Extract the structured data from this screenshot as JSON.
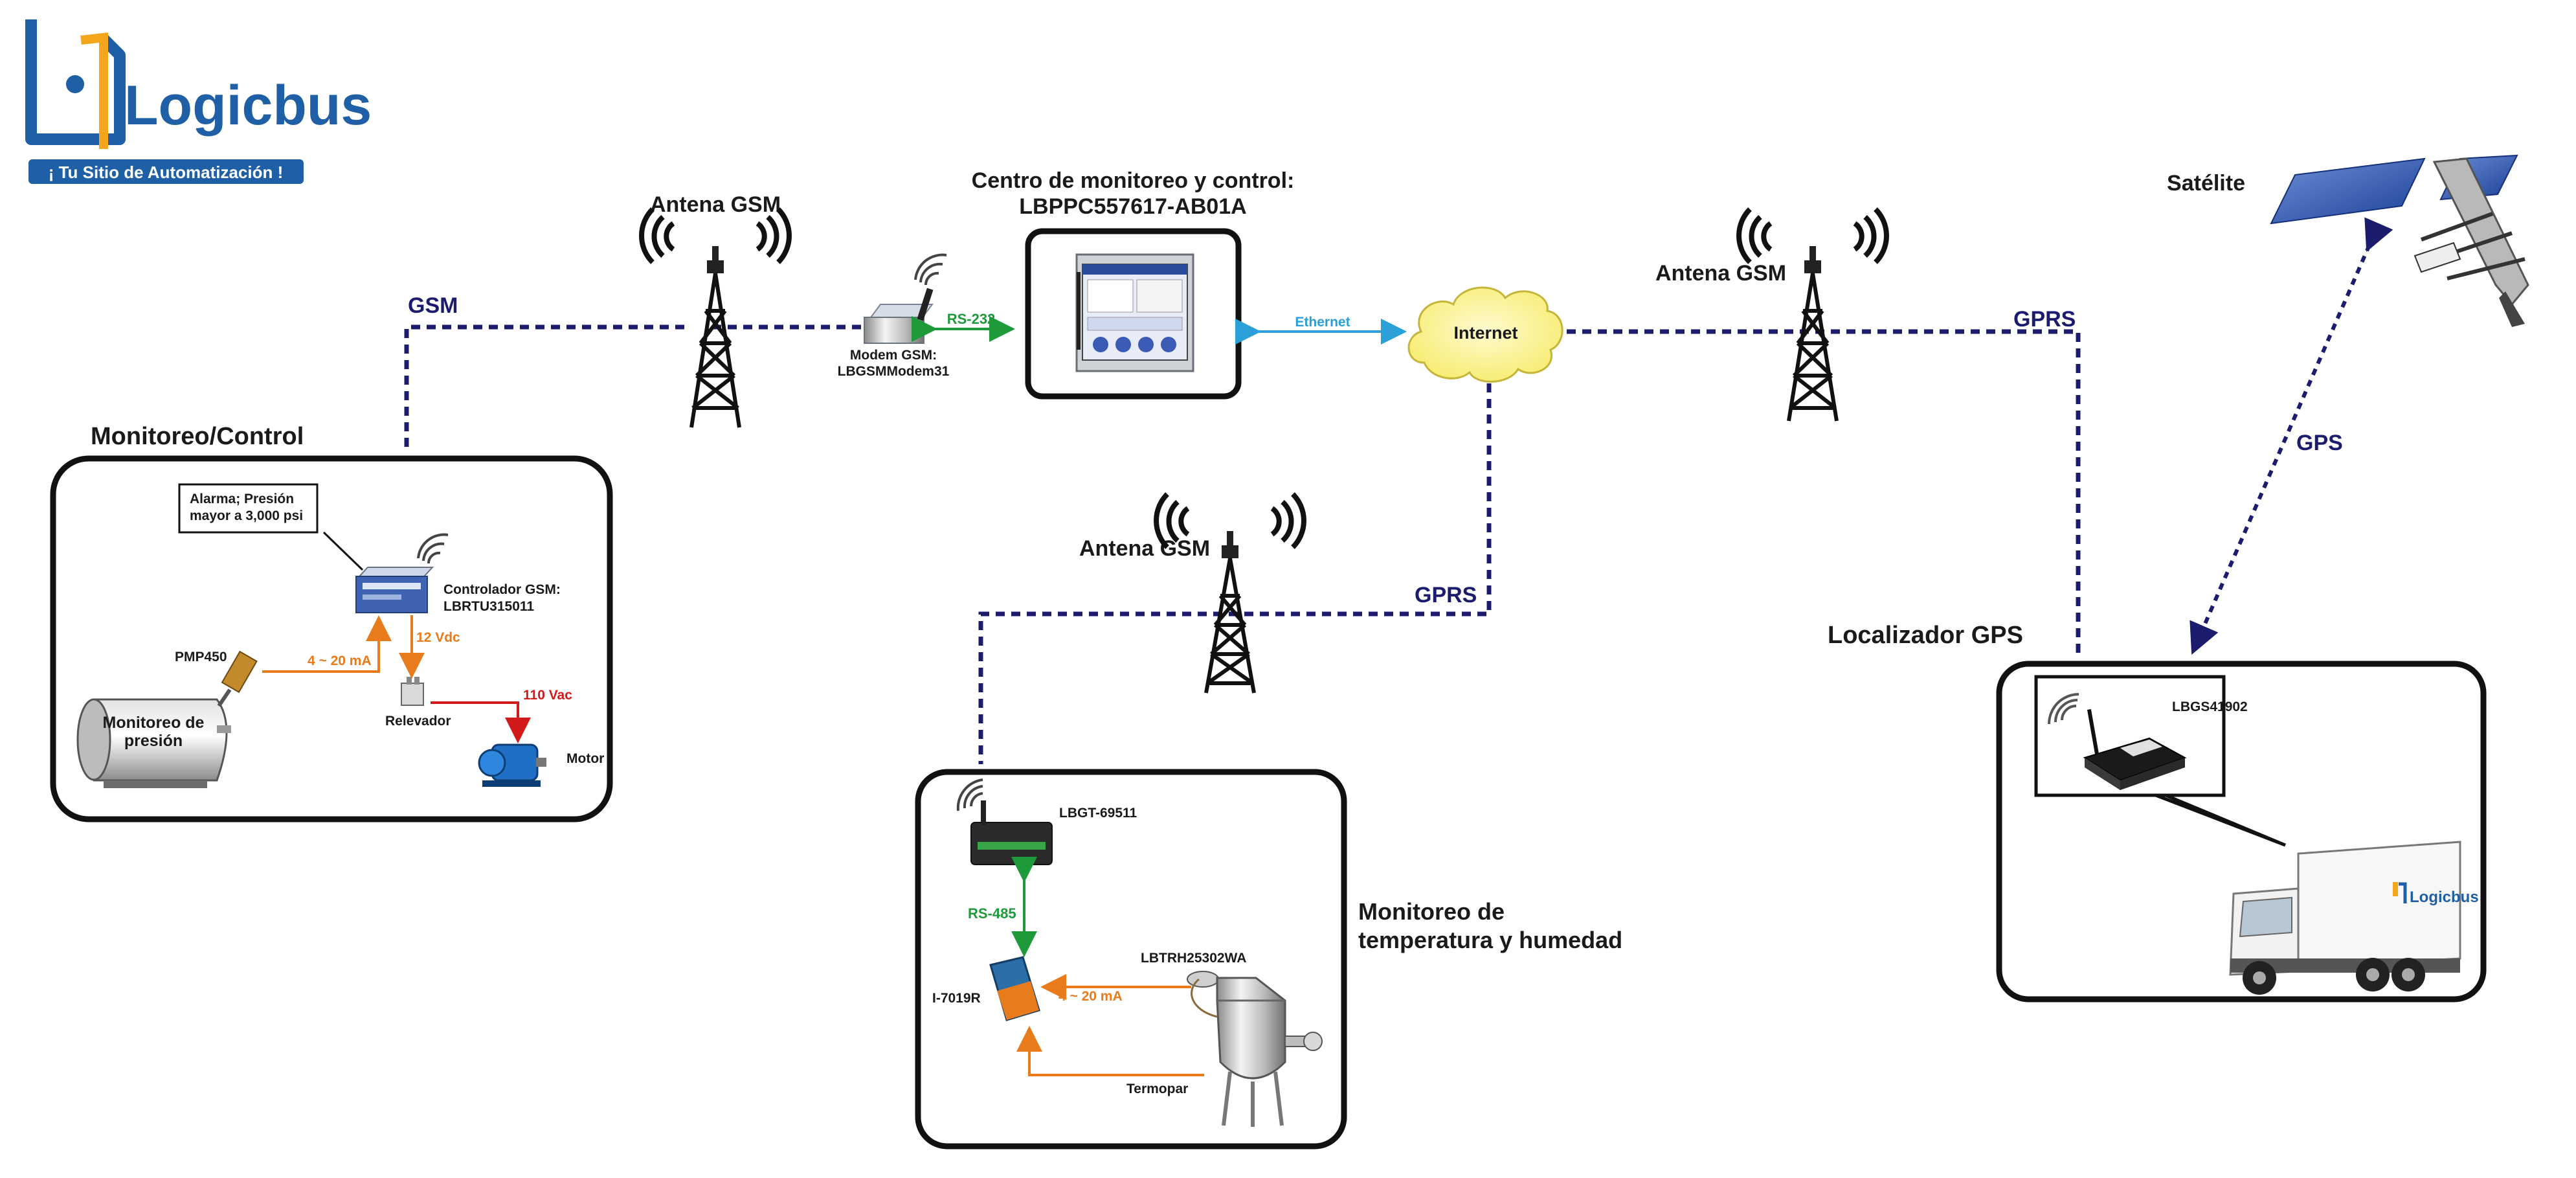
{
  "brand": {
    "name": "Logicbus",
    "tagline": "¡ Tu Sitio de Automatización !",
    "colors": {
      "blue": "#1f5fa6",
      "orange": "#f3a61c",
      "navy": "#1c1c6e"
    }
  },
  "sections": {
    "monitoreo_control": "Monitoreo/Control",
    "temperatura": [
      "Monitoreo de",
      "temperatura y humedad"
    ],
    "localizador": "Localizador GPS",
    "centro": [
      "Centro de monitoreo y control:",
      "LBPPC557617-AB01A"
    ]
  },
  "antennas": {
    "left": "Antena GSM",
    "middle": "Antena GSM",
    "right": "Antena GSM"
  },
  "links": {
    "gsm": "GSM",
    "gprs_middle": "GPRS",
    "gprs_right": "GPRS",
    "gps": "GPS",
    "rs232": "RS-232",
    "ethernet": "Ethernet",
    "rs485": "RS-485",
    "ma_left": "4 ~ 20 mA",
    "ma_bottom": "4 ~ 20 mA",
    "vdc": "12 Vdc",
    "vac": "110 Vac"
  },
  "devices": {
    "modem": [
      "Modem GSM:",
      "LBGSMModem31"
    ],
    "internet": "Internet",
    "satellite": "Satélite",
    "alarm": [
      "Alarma; Presión",
      "mayor a 3,000 psi"
    ],
    "controller": [
      "Controlador GSM:",
      "LBRTU315011"
    ],
    "sensor": "PMP450",
    "tank": [
      "Monitoreo de",
      "presión"
    ],
    "relay": "Relevador",
    "motor": "Motor",
    "gateway": "LBGT-69511",
    "module": "I-7019R",
    "humidity": "LBTRH25302WA",
    "thermo": "Termopar",
    "gps_unit": "LBGS41902",
    "truck_logo": "Logicbus"
  }
}
